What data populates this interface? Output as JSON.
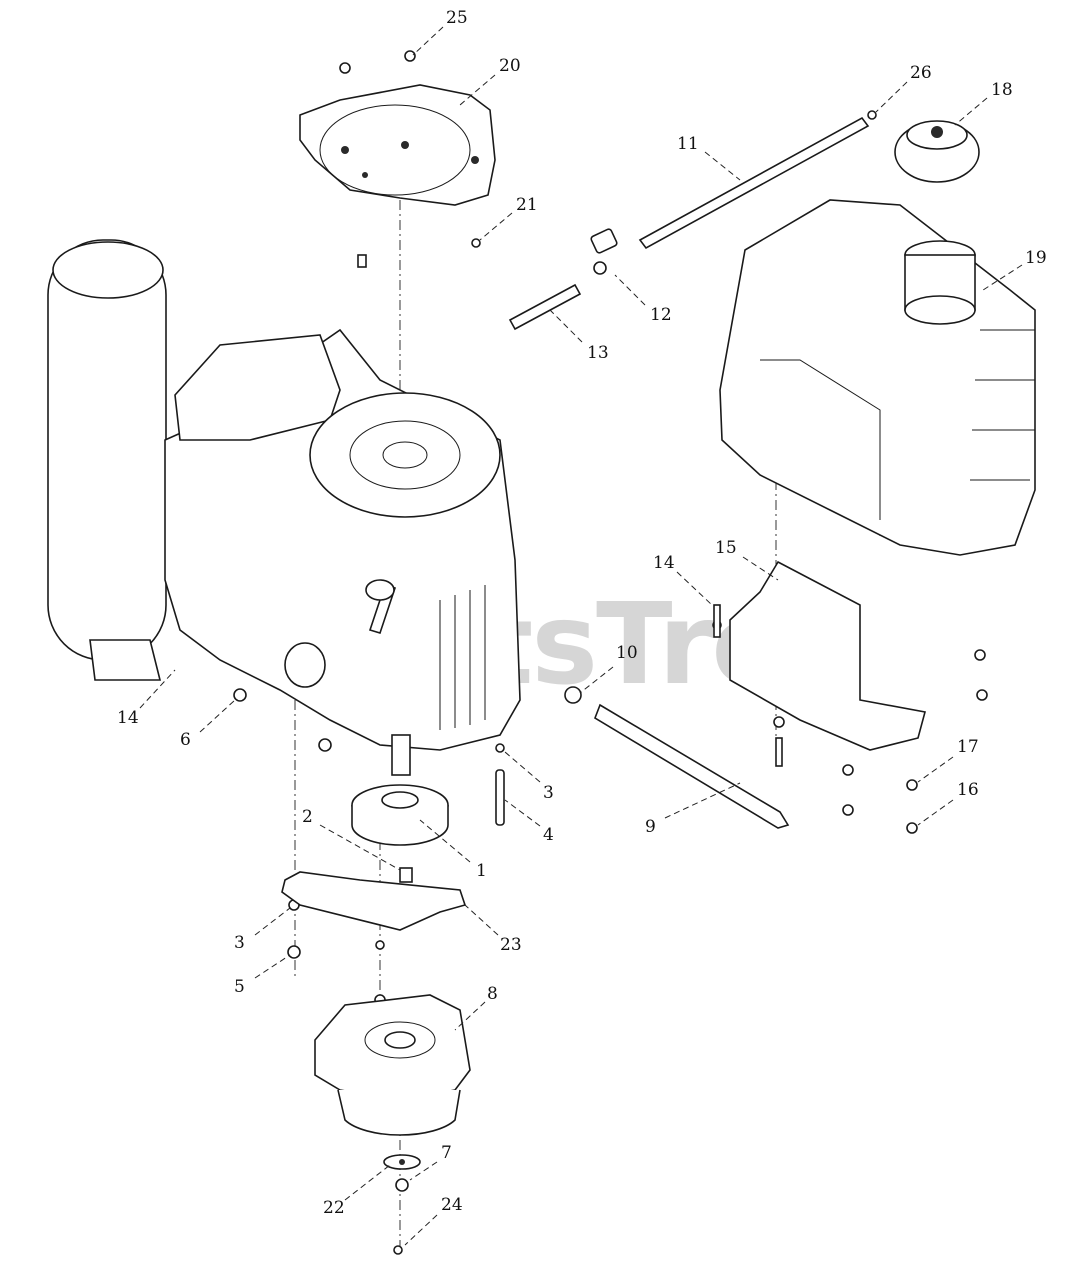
{
  "watermark": {
    "text": "PartsTree",
    "trademark": "TM"
  },
  "callouts": [
    {
      "id": "c1",
      "label": "1"
    },
    {
      "id": "c2",
      "label": "2"
    },
    {
      "id": "c3a",
      "label": "3"
    },
    {
      "id": "c3b",
      "label": "3"
    },
    {
      "id": "c4",
      "label": "4"
    },
    {
      "id": "c5",
      "label": "5"
    },
    {
      "id": "c6",
      "label": "6"
    },
    {
      "id": "c7",
      "label": "7"
    },
    {
      "id": "c8",
      "label": "8"
    },
    {
      "id": "c9",
      "label": "9"
    },
    {
      "id": "c10",
      "label": "10"
    },
    {
      "id": "c11",
      "label": "11"
    },
    {
      "id": "c12",
      "label": "12"
    },
    {
      "id": "c13",
      "label": "13"
    },
    {
      "id": "c14a",
      "label": "14"
    },
    {
      "id": "c14b",
      "label": "14"
    },
    {
      "id": "c15",
      "label": "15"
    },
    {
      "id": "c16",
      "label": "16"
    },
    {
      "id": "c17",
      "label": "17"
    },
    {
      "id": "c18",
      "label": "18"
    },
    {
      "id": "c19",
      "label": "19"
    },
    {
      "id": "c20",
      "label": "20"
    },
    {
      "id": "c21",
      "label": "21"
    },
    {
      "id": "c22",
      "label": "22"
    },
    {
      "id": "c23",
      "label": "23"
    },
    {
      "id": "c24",
      "label": "24"
    },
    {
      "id": "c25",
      "label": "25"
    },
    {
      "id": "c26",
      "label": "26"
    }
  ]
}
